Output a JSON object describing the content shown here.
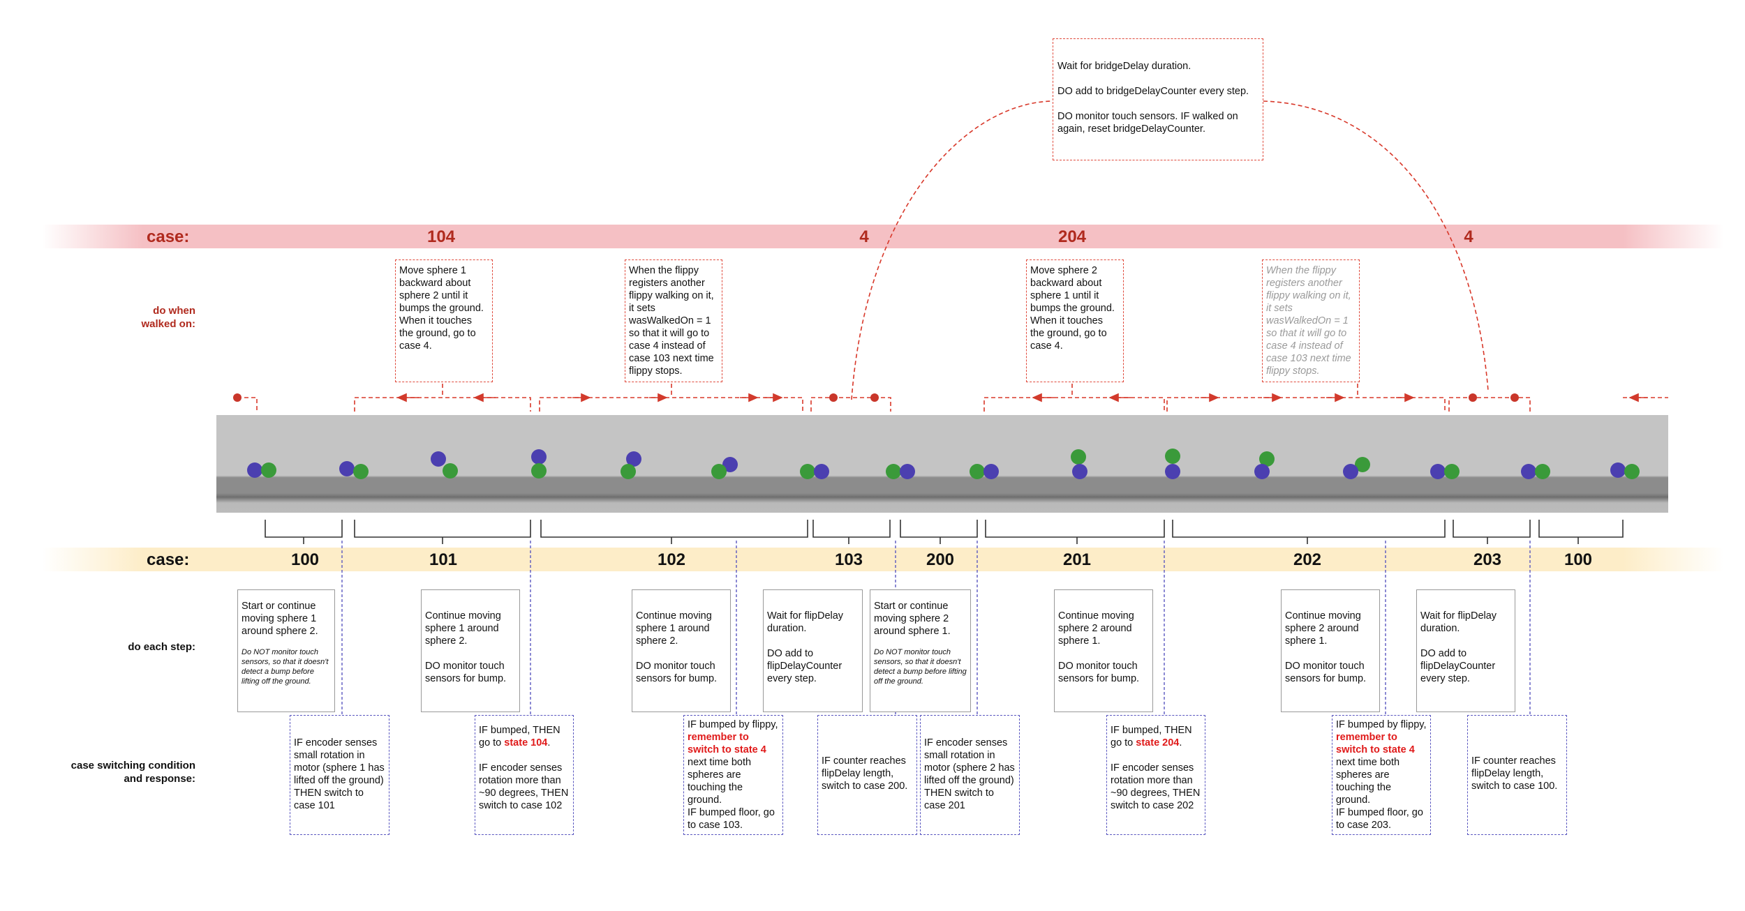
{
  "labels": {
    "case": "case:",
    "do_when_walked_on": "do when\nwalked on:",
    "do_each_step": "do each step:",
    "switching": "case switching condition\nand response:"
  },
  "top_cases": [
    "104",
    "4",
    "204",
    "4"
  ],
  "bottom_cases": [
    "100",
    "101",
    "102",
    "103",
    "200",
    "201",
    "202",
    "203",
    "100"
  ],
  "bridge_box": {
    "line1": "Wait for bridgeDelay duration.",
    "line2": "DO add to bridgeDelayCounter every step.",
    "line3": "DO monitor touch sensors. IF walked on again, reset bridgeDelayCounter."
  },
  "walked_on_boxes": [
    "Move sphere 1 backward about sphere 2 until it bumps the ground. When it touches the ground, go to case 4.",
    "When the flippy registers another flippy walking on it, it sets wasWalkedOn = 1 so that it will go to case 4 instead of case 103 next time flippy stops.",
    "Move sphere 2 backward about sphere 1 until it bumps the ground. When it touches the ground, go to case 4.",
    "When the flippy registers another flippy walking on it, it sets wasWalkedOn = 1 so that it will go to case 4 instead of case 103 next time flippy stops."
  ],
  "step_boxes": {
    "c100": {
      "main": "Start or continue moving sphere 1 around sphere 2.",
      "note": "Do NOT monitor touch sensors, so that it doesn't detect a bump before lifting off the ground."
    },
    "c101": {
      "main": "Continue moving sphere 1 around sphere 2.",
      "sub": "DO monitor touch sensors for bump."
    },
    "c102": {
      "main": "Continue moving sphere 1 around sphere 2.",
      "sub": "DO monitor touch sensors for bump."
    },
    "c103": {
      "main": "Wait for flipDelay duration.",
      "sub": "DO add to flipDelayCounter every step."
    },
    "c200": {
      "main": "Start or continue moving sphere 2 around sphere 1.",
      "note": "Do NOT monitor touch sensors, so that it doesn't detect a bump before lifting off the ground."
    },
    "c201": {
      "main": "Continue moving sphere 2 around sphere 1.",
      "sub": "DO monitor touch sensors for bump."
    },
    "c202": {
      "main": "Continue moving sphere 2 around sphere 1.",
      "sub": "DO monitor touch sensors for bump."
    },
    "c203": {
      "main": "Wait for flipDelay duration.",
      "sub": "DO add to flipDelayCounter every step."
    }
  },
  "switch_boxes": {
    "c100": "IF encoder senses small rotation in motor (sphere 1 has lifted off the ground) THEN switch to case 101",
    "c101": {
      "a": "IF bumped, THEN go to ",
      "a_hl": "state 104",
      "a_end": ".",
      "b": "IF encoder senses rotation more than ~90 degrees, THEN switch to case 102"
    },
    "c102": {
      "a": "IF bumped by flippy, ",
      "a_hl": "remember to switch to state 4",
      "a_end": " next time both spheres are touching the ground.",
      "b": "IF bumped floor, go to case 103."
    },
    "c103": "IF counter reaches flipDelay length, switch to case 200.",
    "c200": "IF encoder senses small rotation in motor (sphere 2 has lifted off the ground) THEN switch to case 201",
    "c201": {
      "a": "IF bumped, THEN go to ",
      "a_hl": "state 204",
      "a_end": ".",
      "b": "IF encoder senses rotation more than ~90 degrees, THEN switch to case 202"
    },
    "c202": {
      "a": "IF bumped by flippy, ",
      "a_hl": "remember to switch to state 4",
      "a_end": " next time both spheres are touching the ground.",
      "b": "IF bumped floor, go to case 203."
    },
    "c203": "IF counter reaches flipDelay length, switch to case 100."
  },
  "colors": {
    "red_band": "#f5c0c4",
    "yellow_band": "#fdedc8",
    "red": "#b02a1e",
    "blue_dash": "#5a57c0",
    "highlight": "#e01a1a"
  }
}
